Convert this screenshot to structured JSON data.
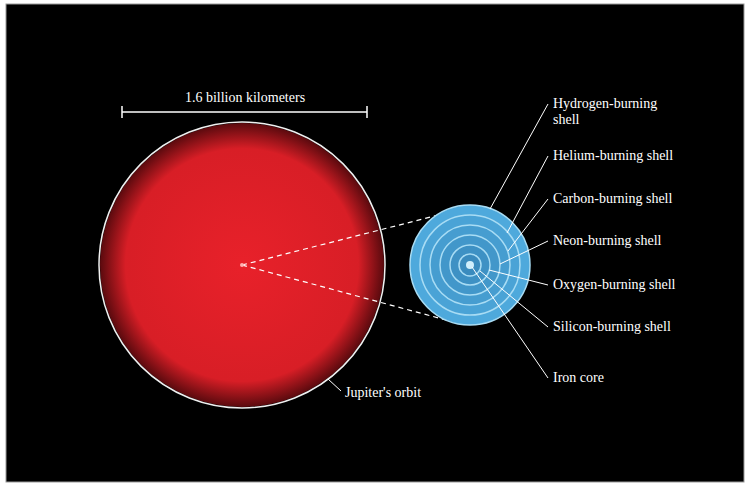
{
  "diagram": {
    "labels": [
      "1.6 billion kilometers",
      "Hydrogen-burning shell",
      "Helium-burning shell",
      "Carbon-burning shell",
      "Neon-burning shell",
      "Oxygen-burning shell",
      "Silicon-burning shell",
      "Iron core",
      "Jupiter's orbit"
    ]
  }
}
